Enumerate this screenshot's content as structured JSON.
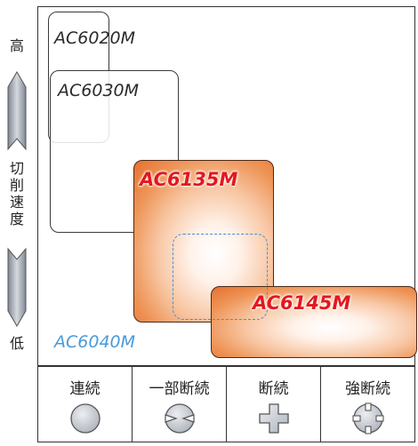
{
  "y_axis": {
    "high_label": "高",
    "mid_label": "切\n削\n速\n度",
    "low_label": "低"
  },
  "grades": {
    "ac6020m": "AC6020M",
    "ac6030m": "AC6030M",
    "ac6135m": "AC6135M",
    "ac6040m": "AC6040M",
    "ac6145m": "AC6145M"
  },
  "colors": {
    "outline": "#3a3a3a",
    "highlight_text": "#e3181f",
    "orange_fill": "#e5702e",
    "dashed_blue": "#4a8fd6",
    "icon_fill": "#c9ccd3"
  },
  "cutting_types": [
    {
      "label": "連続",
      "icon": "circle-continuous-icon"
    },
    {
      "label": "一部断続",
      "icon": "circle-slotted-icon"
    },
    {
      "label": "断続",
      "icon": "cross-interrupted-icon"
    },
    {
      "label": "強断続",
      "icon": "circle-cross-strong-interrupted-icon"
    }
  ]
}
